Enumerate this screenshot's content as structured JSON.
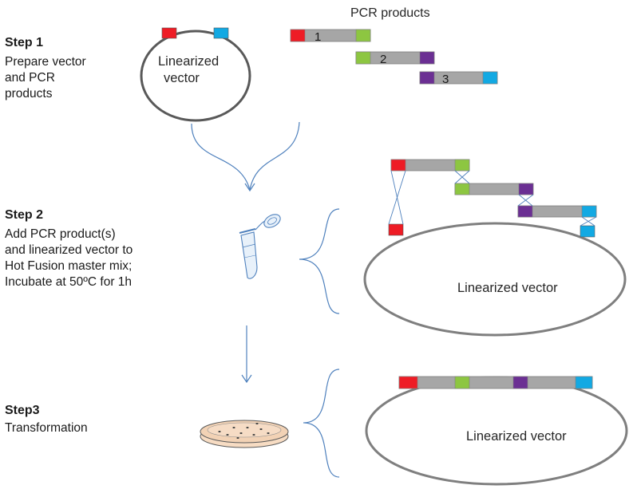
{
  "steps": [
    {
      "title": "Step 1",
      "description": "Prepare vector\nand PCR\nproducts"
    },
    {
      "title": "Step 2",
      "description": "Add PCR product(s)\nand linearized vector to\nHot Fusion master mix;\nIncubate at 50ºC for 1h"
    },
    {
      "title": "Step3",
      "description": "Transformation"
    }
  ],
  "labels": {
    "pcr_products": "PCR products",
    "vector_step1": [
      "Linearized",
      "vector"
    ],
    "vector_step2": "Linearized vector",
    "vector_step3": "Linearized vector"
  },
  "fragments": [
    {
      "number": "1",
      "left_color": "#ee1c25",
      "right_color": "#8dc641"
    },
    {
      "number": "2",
      "left_color": "#8dc641",
      "right_color": "#6b2f93"
    },
    {
      "number": "3",
      "left_color": "#6b2f93",
      "right_color": "#12a9e3"
    }
  ],
  "colors": {
    "red": "#ee1c25",
    "blue": "#12a9e3",
    "green": "#8dc641",
    "purple": "#6b2f93",
    "gray_body": "#a6a6a6",
    "arrow": "#4f81bd",
    "vector_outline": "#595959"
  },
  "icons": [
    "curved-merge-arrow-icon",
    "microcentrifuge-tube-icon",
    "down-arrow-icon",
    "petri-dish-icon",
    "curly-brace-icon"
  ]
}
